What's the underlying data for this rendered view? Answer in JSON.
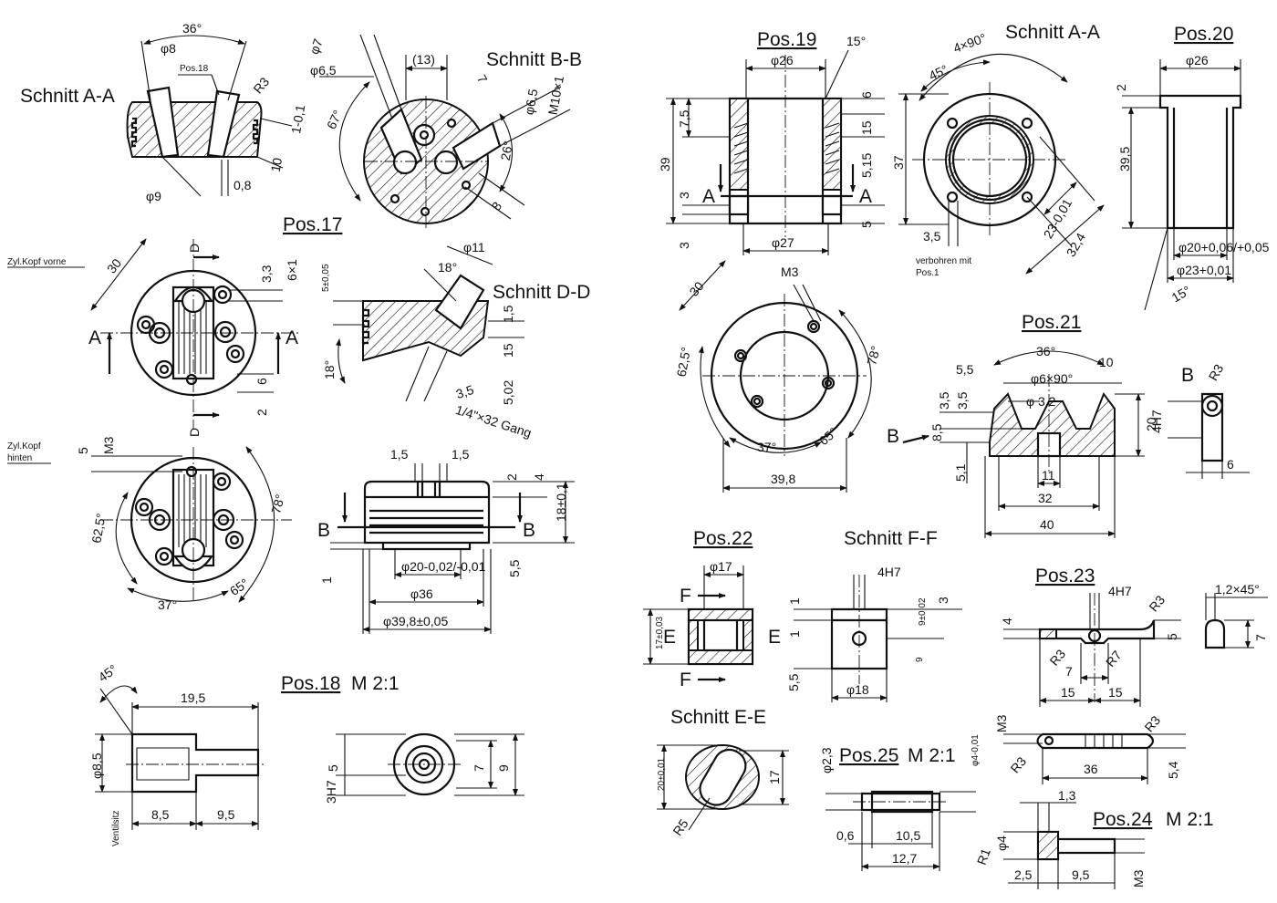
{
  "titles": {
    "schnitt_aa_left": "Schnitt A-A",
    "schnitt_bb": "Schnitt B-B",
    "pos17": "Pos.17",
    "schnitt_dd": "Schnitt D-D",
    "pos18": "Pos.18",
    "pos18_scale": "M 2:1",
    "pos19": "Pos.19",
    "schnitt_aa_right": "Schnitt A-A",
    "pos20": "Pos.20",
    "pos21": "Pos.21",
    "pos22": "Pos.22",
    "schnitt_ff": "Schnitt F-F",
    "pos23": "Pos.23",
    "schnitt_ee": "Schnitt E-E",
    "pos25": "Pos.25",
    "pos25_scale": "M 2:1",
    "pos24": "Pos.24",
    "pos24_scale": "M 2:1"
  },
  "notes": {
    "zyl_kopf_vorne": "Zyl.Kopf vorne",
    "zyl_kopf_hinten_1": "Zyl.Kopf",
    "zyl_kopf_hinten_2": "hinten",
    "ventilsitz": "Ventilsitz",
    "pos18_ref": "Pos.18",
    "verbohren_1": "verbohren mit",
    "verbohren_2": "Pos.1",
    "gang": "1/4\"×32 Gang"
  },
  "dims": {
    "aa_36deg": "36°",
    "aa_d8": "φ8",
    "aa_r3": "R3",
    "aa_01": "1-0,1",
    "aa_10": "10",
    "aa_d9": "φ9",
    "aa_08": "0,8",
    "bb_d7": "φ7",
    "bb_d65": "φ6,5",
    "bb_13": "(13)",
    "bb_7": "7",
    "bb_67deg": "67°",
    "bb_d65b": "φ6,5",
    "bb_m10": "M10×1",
    "bb_26deg": "26°",
    "bb_8": "8",
    "p17_30": "30",
    "p17_33": "3,3",
    "p17_6x1": "6×1",
    "p17_a": "A",
    "p17_a2": "A",
    "p17_d": "D",
    "p17_d2": "D",
    "p17_6": "6",
    "p17_2": "2",
    "dd_d11": "φ11",
    "dd_18deg": "18°",
    "dd_5": "5±0,05",
    "dd_15a": "1,5",
    "dd_15b": "15",
    "dd_18deg2": "18°",
    "dd_35": "3,5",
    "dd_502": "5,02",
    "h_5": "5",
    "h_m3": "M3",
    "h_625": "62,5°",
    "h_78": "78°",
    "h_37": "37°",
    "h_65": "65°",
    "bb2_15a": "1,5",
    "bb2_15b": "1,5",
    "bb2_2": "2",
    "bb2_4": "4",
    "bb2_18": "18±0,1",
    "bb2_b": "B",
    "bb2_b2": "B",
    "bb2_1": "1",
    "bb2_d20": "φ20-0,02/-0,01",
    "bb2_55": "5,5",
    "bb2_d36": "φ36",
    "bb2_d398": "φ39,8±0,05",
    "p18_45": "45°",
    "p18_195": "19,5",
    "p18_d85": "φ8,5",
    "p18_85": "8,5",
    "p18_95": "9,5",
    "p18_5": "5",
    "p18_3h7": "3H7",
    "p18_7": "7",
    "p18_9": "9",
    "p19_d26": "φ26",
    "p19_15deg": "15°",
    "p19_75": "7,5",
    "p19_39": "39",
    "p19_3a": "3",
    "p19_3b": "3",
    "p19_a": "A",
    "p19_a2": "A",
    "p19_6": "6",
    "p19_15": "15",
    "p19_515": "5,15",
    "p19_5": "5",
    "p19_d27": "φ27",
    "aar_4x90": "4×90°",
    "aar_45": "45°",
    "aar_37": "37",
    "aar_35": "3,5",
    "aar_23": "23-0,01",
    "aar_324": "32,4",
    "p20_d26": "φ26",
    "p20_2": "2",
    "p20_395": "39,5",
    "p20_d20": "φ20+0,06/+0,05",
    "p20_d23": "φ23+0,01",
    "p20_15deg": "15°",
    "c_30": "30",
    "c_m3": "M3",
    "c_625": "62,5°",
    "c_78": "78°",
    "c_37": "37°",
    "c_65": "65°",
    "c_398": "39,8",
    "p21_36": "36°",
    "p21_55": "5,5",
    "p21_10": "10",
    "p21_d6": "φ6×90°",
    "p21_d32": "φ 3,2",
    "p21_35a": "3,5",
    "p21_35b": "3,5",
    "p21_85": "8,5",
    "p21_20": "20",
    "p21_b": "B",
    "p21_51": "5,1",
    "p21_11": "11",
    "p21_32": "32",
    "p21_40": "40",
    "b_b": "B",
    "b_r3": "R3",
    "b_4h7": "4H7",
    "b_6": "6",
    "p22_d17": "φ17",
    "p22_f": "F",
    "p22_f2": "F",
    "p22_17": "17±0,03",
    "p22_e": "E",
    "p22_e2": "E",
    "ff_4h7": "4H7",
    "ff_1a": "1",
    "ff_1b": "1",
    "ff_9": "9±0,02",
    "ff_3": "3",
    "ff_55": "5,5",
    "ff_d18": "φ18",
    "ff_9b": "9",
    "p23_4h7": "4H7",
    "p23_12": "1,2×45°",
    "p23_4": "4",
    "p23_r3a": "R3",
    "p23_r3b": "R3",
    "p23_r7": "R7",
    "p23_5": "5",
    "p23_7": "7",
    "p23_7b": "7",
    "p23_15a": "15",
    "p23_15b": "15",
    "p23b_m3": "M3",
    "p23b_r3": "R3",
    "p23b_r3b": "R3",
    "p23b_36": "36",
    "p23b_54": "5,4",
    "ee_20": "20±0,01",
    "ee_17": "17",
    "ee_r5": "R5",
    "p25_d23": "φ2,3",
    "p25_d4": "φ4-0,01",
    "p25_06": "0,6",
    "p25_105": "10,5",
    "p25_127": "12,7",
    "p24_13": "1,3",
    "p24_r1": "R1",
    "p24_d4": "φ4",
    "p24_25": "2,5",
    "p24_95": "9,5",
    "p24_m3": "M3"
  }
}
